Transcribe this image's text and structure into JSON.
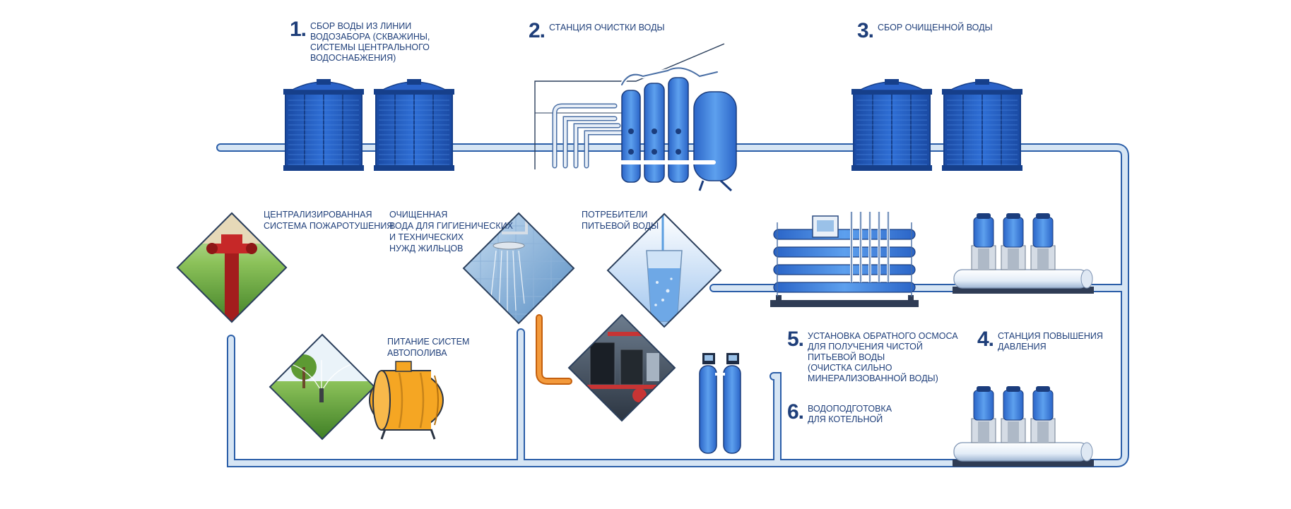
{
  "steps": [
    {
      "number": "1.",
      "label": "Сбор воды из линии\nводозабора (скважины,\nсистемы центрального\nводоснабжения)"
    },
    {
      "number": "2.",
      "label": "Станция очистки воды"
    },
    {
      "number": "3.",
      "label": "Сбор очищенной воды"
    },
    {
      "number": "4.",
      "label": "Станция повышения\nдавления"
    },
    {
      "number": "5.",
      "label": "Установка обратного осмоса\nдля получения чистой\nпитьевой воды\n(очистка сильно\nминерализованной воды)"
    },
    {
      "number": "6.",
      "label": "Водоподготовка\nдля котельной"
    }
  ],
  "captions": {
    "fire": "Централизированная\nсистема пожаротушения",
    "hygiene": "Очищенная\nвода для гигиенических\nи  технических\nнужд жильцов",
    "drinking": "Потребители\nпитьевой воды",
    "irrigation": "Питание систем\nавтополива"
  },
  "colors": {
    "pipe": "#cfe0f2",
    "pipe_edge": "#2b5ea8",
    "tank": "#1f56b8",
    "tank_dark": "#163f8a",
    "hot_pipe": "#f08a24",
    "orange_tank": "#f5a623",
    "text": "#1f3f7a"
  },
  "icons": [
    "water-tank-icon",
    "filtration-station-icon",
    "reverse-osmosis-icon",
    "pump-station-icon",
    "fire-hydrant-icon",
    "shower-icon",
    "water-glass-icon",
    "boiler-room-icon",
    "sprinkler-icon",
    "filter-column-icon",
    "storage-tank-icon"
  ]
}
